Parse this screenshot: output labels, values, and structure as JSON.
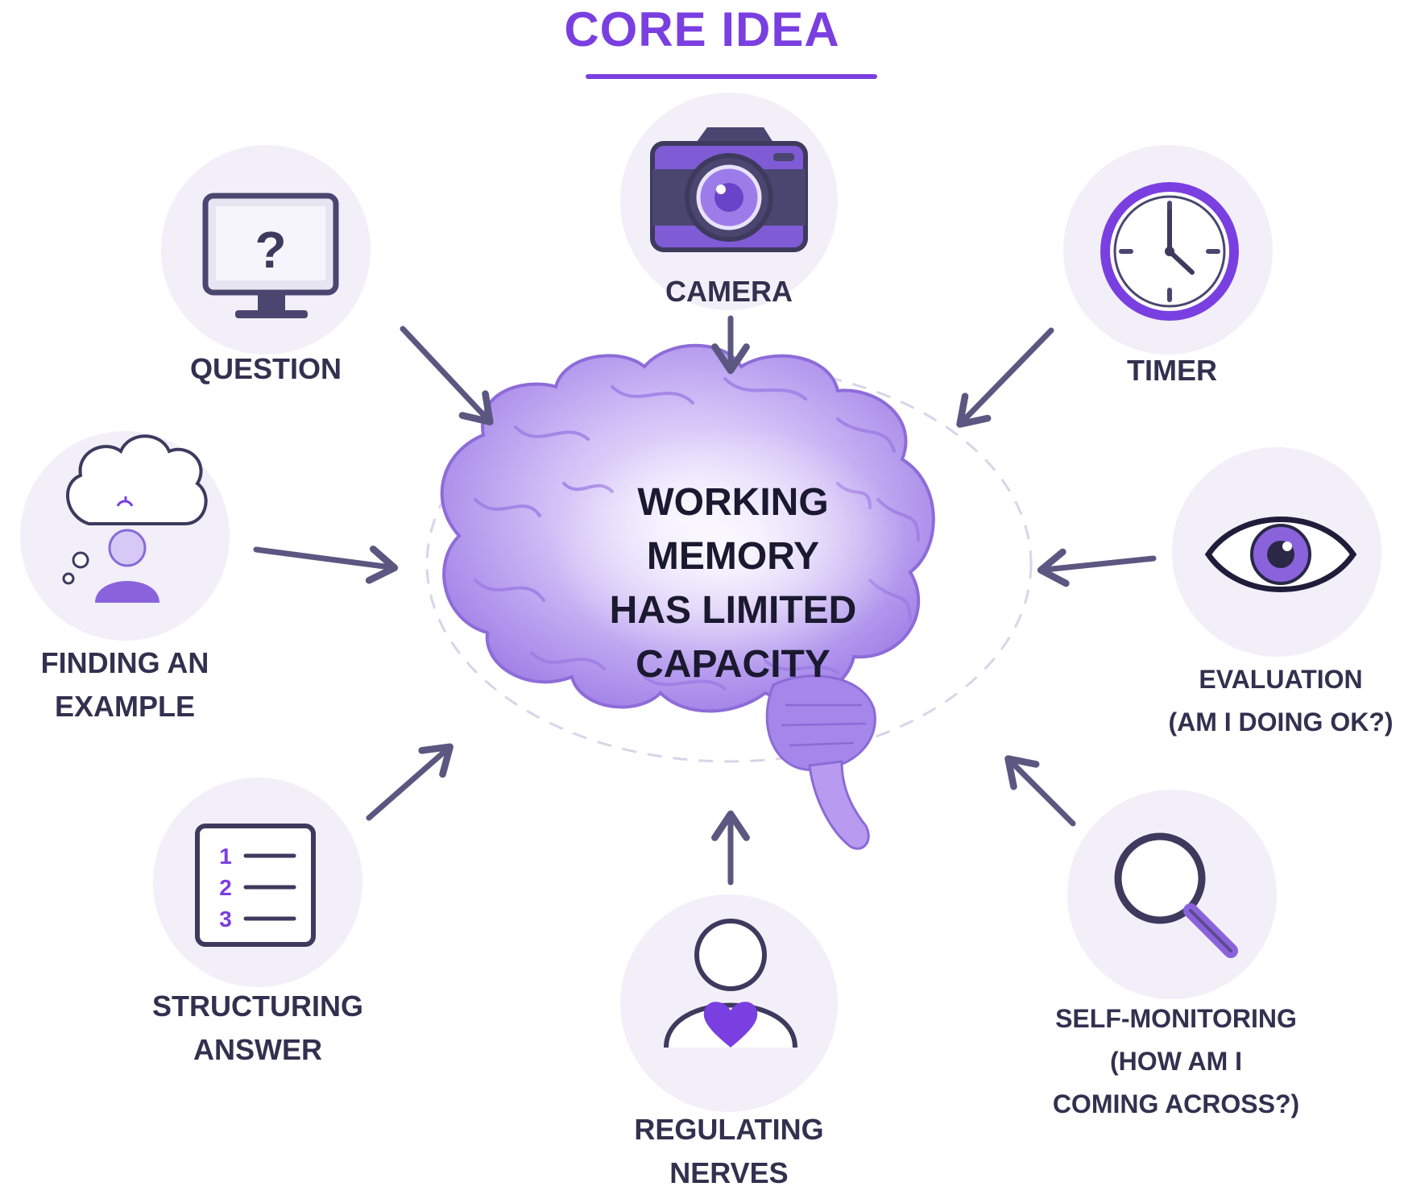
{
  "title": "CORE IDEA",
  "center": "WORKING\nMEMORY\nHAS LIMITED\nCAPACITY",
  "colors": {
    "accent": "#7a3fe0",
    "icon_dark": "#4a4670",
    "circle_bg": "#f2eff8",
    "arrow": "#5b5780",
    "brain": "#b79cf0"
  },
  "nodes": [
    {
      "id": "camera",
      "icon": "camera-icon",
      "label": "CAMERA"
    },
    {
      "id": "question",
      "icon": "monitor-question-icon",
      "label": "QUESTION"
    },
    {
      "id": "timer",
      "icon": "clock-icon",
      "label": "TIMER"
    },
    {
      "id": "finding-example",
      "icon": "thought-bubble-person-icon",
      "label": "FINDING AN\nEXAMPLE"
    },
    {
      "id": "evaluation",
      "icon": "eye-icon",
      "label": "EVALUATION\n(AM I DOING OK?)"
    },
    {
      "id": "structuring-answer",
      "icon": "numbered-list-icon",
      "label": "STRUCTURING\nANSWER"
    },
    {
      "id": "self-monitoring",
      "icon": "magnifier-icon",
      "label": "SELF-MONITORING\n(HOW AM I\nCOMING ACROSS?)"
    },
    {
      "id": "regulating-nerves",
      "icon": "person-heart-icon",
      "label": "REGULATING\nNERVES"
    }
  ],
  "list_numbers": [
    "1",
    "2",
    "3"
  ],
  "question_mark": "?"
}
